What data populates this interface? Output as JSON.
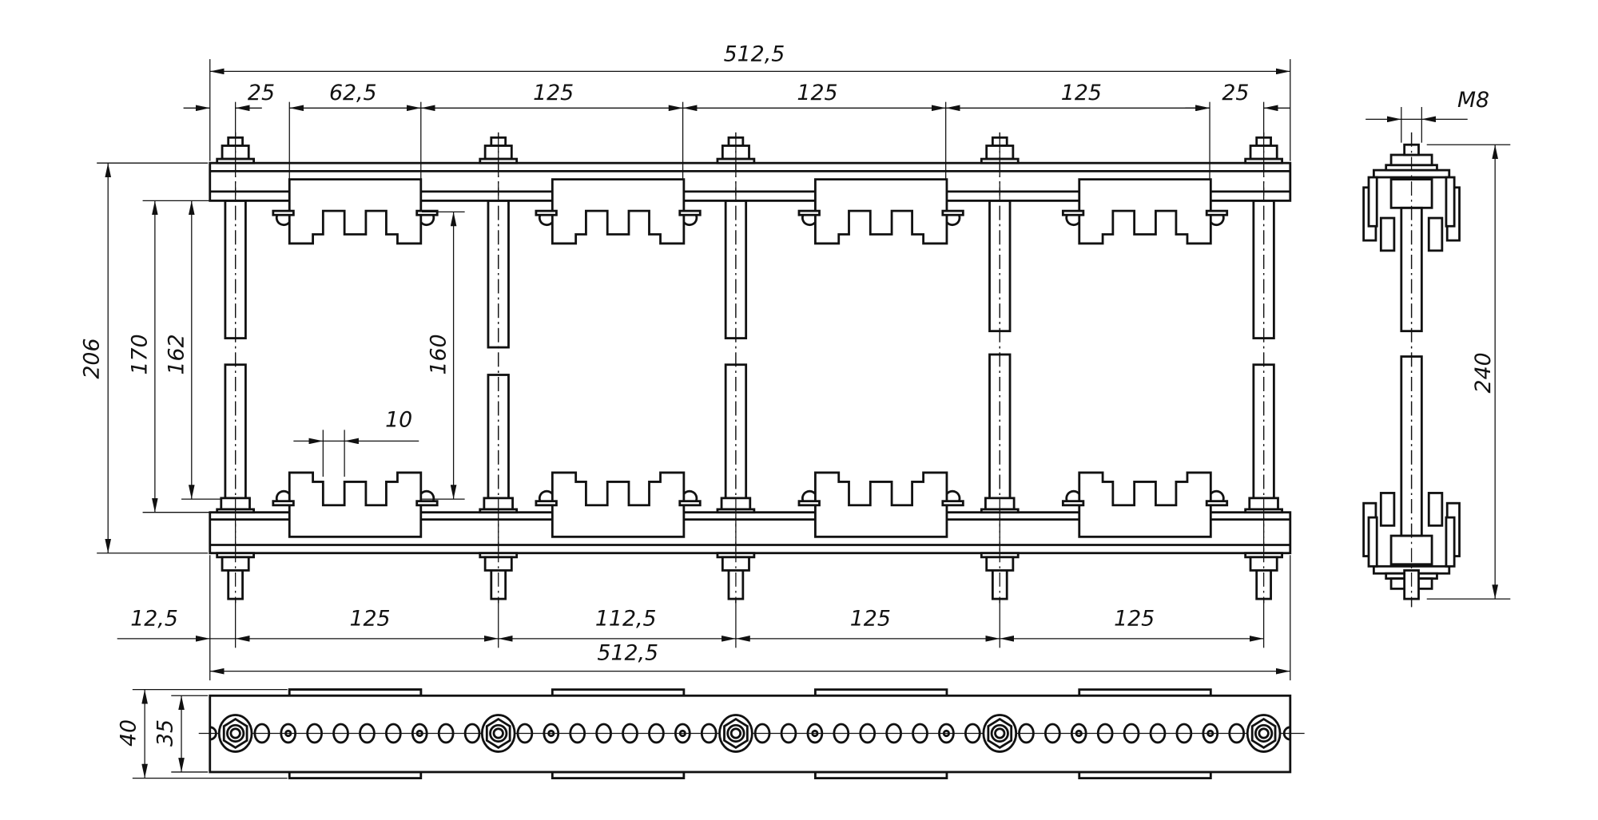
{
  "drawing": {
    "front_view": {
      "overall_width_top": "512,5",
      "top_segments": [
        "25",
        "62,5",
        "125",
        "125",
        "125",
        "25"
      ],
      "heights": {
        "overall": "206",
        "bar_inner": "170",
        "clamp_span": "162",
        "tooth_span": "160"
      },
      "slot_width": "10",
      "bottom_segments": [
        "12,5",
        "125",
        "112,5",
        "125",
        "125"
      ],
      "overall_width_bottom": "512,5"
    },
    "side_view": {
      "thread": "M8",
      "height": "240"
    },
    "plan_view": {
      "width_outer": "40",
      "width_inner": "35"
    },
    "line_color": "#111111"
  }
}
